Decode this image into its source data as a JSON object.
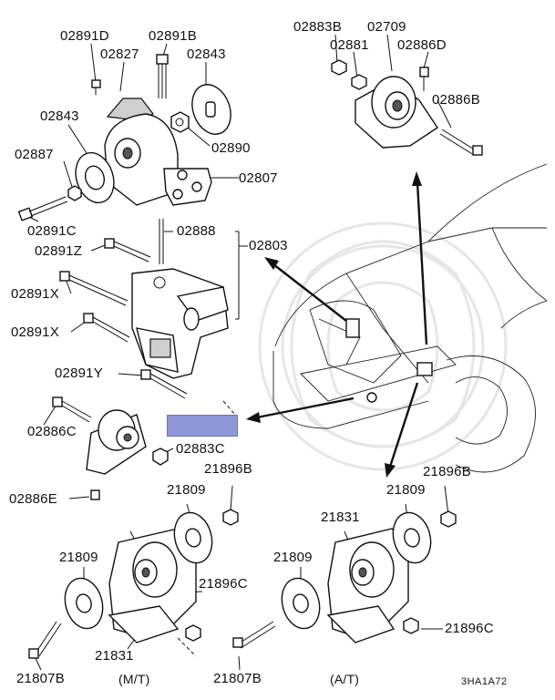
{
  "labels": {
    "p02891D": "02891D",
    "p02891B": "02891B",
    "p02827": "02827",
    "p02843a": "02843",
    "p02843b": "02843",
    "p02887": "02887",
    "p02890": "02890",
    "p02807": "02807",
    "p02891C": "02891C",
    "p02888": "02888",
    "p02803": "02803",
    "p02891Z": "02891Z",
    "p02891Xa": "02891X",
    "p02891Xb": "02891X",
    "p02891Y": "02891Y",
    "p02886C": "02886C",
    "p02883C": "02883C",
    "p02886E": "02886E",
    "p02883B": "02883B",
    "p02709": "02709",
    "p02881": "02881",
    "p02886D": "02886D",
    "p02886B": "02886B",
    "p21896Ba": "21896B",
    "p21896Bb": "21896B",
    "p21809a": "21809",
    "p21809b": "21809",
    "p21809c": "21809",
    "p21809d": "21809",
    "p21831a": "21831",
    "p21831b": "21831",
    "p21896Ca": "21896C",
    "p21896Cb": "21896C",
    "p21807Ba": "21807B",
    "p21807Bb": "21807B",
    "mt": "(M/T)",
    "at": "(A/T)",
    "code": "3HA1A72"
  },
  "colors": {
    "highlight": "#8f97d8",
    "ink": "#111111"
  }
}
